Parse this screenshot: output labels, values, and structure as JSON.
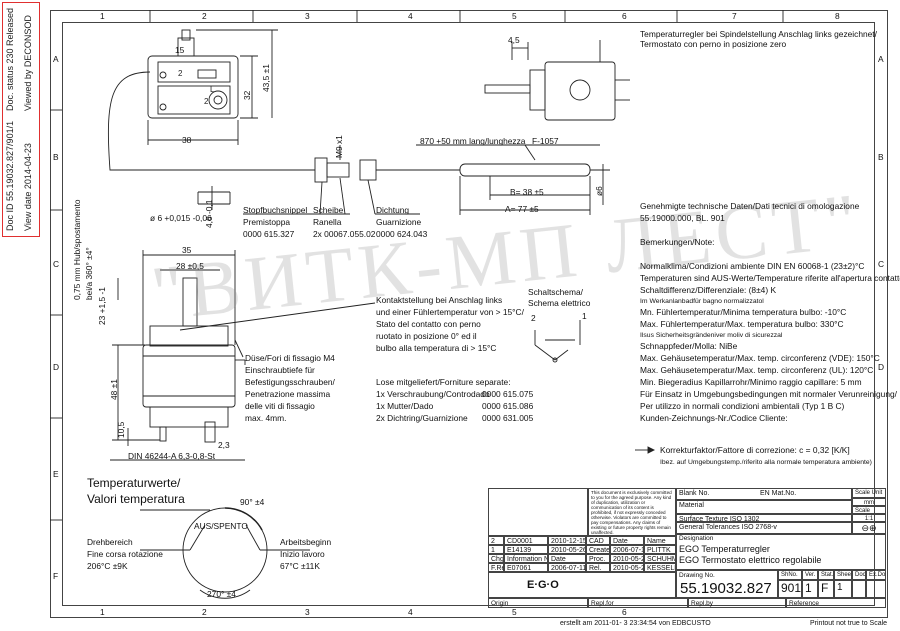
{
  "side_stamp": {
    "doc_id": "Doc ID 55.19032.827/901/1",
    "doc_status": "Doc. status 230 Released",
    "view_date": "View date 2014-04-23",
    "viewed_by": "Viewed by DECONSOD"
  },
  "grid": {
    "columns": [
      "1",
      "2",
      "3",
      "4",
      "5",
      "6",
      "7",
      "8"
    ],
    "rows": [
      "A",
      "B",
      "C",
      "D",
      "E",
      "F"
    ]
  },
  "watermark": "\"ВИТК-МП ЛЕСТ\"",
  "top_note": [
    "Temperaturregler bei Spindelstellung Anschlag links gezeichnet/",
    "Termostato con perno in posizione zero"
  ],
  "dims": {
    "d15": "15",
    "d45": "4,5",
    "d32": "32",
    "d43": "43,5 ±1",
    "d38": "38",
    "m9": "M9 x1",
    "len870": "870 +50 mm lang/lunghezza",
    "f1057": "F-1057",
    "b38": "B= 38 ±5",
    "a77": "A= 77 ±5",
    "phi6": "ø6",
    "phi6b": "ø 6 +0,015 -0,06",
    "d46": "4,6 -0,1",
    "d35": "35",
    "d28": "28 ±0,5",
    "d075": "0,75 mm Hub/spostamento",
    "d360": "bei/a 360° ±4°",
    "d23": "23 +1,5 -1",
    "d48": "48 ±1",
    "d105": "10,5",
    "d23b": "2,3",
    "din": "DIN 46244-A 6,3-0,8-St"
  },
  "parts": {
    "stopf": [
      "Stopfbuchsnippel",
      "Premistoppa",
      "0000 615.327"
    ],
    "scheibe": [
      "Scheibe",
      "Ranella",
      "2x 00067.055.02"
    ],
    "dichtung": [
      "Dichtung",
      "Guarnizione",
      "0000 624.043"
    ]
  },
  "contact_note": [
    "Kontaktstellung bei Anschlag links",
    "und einer Fühlertemperatur von > 15°C/",
    "Stato del contatto con perno",
    "ruotato in posizione 0° ed il",
    "bulbo alla temperatura di > 15°C"
  ],
  "schema_label": [
    "Schaltschema/",
    "Schema elettrico"
  ],
  "schema_pins": [
    "2",
    "1"
  ],
  "holes_note": [
    "Düse/Fori di fissagio M4",
    "Einschraubtiefe für",
    "Befestigungsschrauben/",
    "Penetrazione massima",
    "delle viti di fissagio",
    "max. 4mm."
  ],
  "loose_parts": {
    "title": "Lose mitgeliefert/Forniture separate:",
    "rows": [
      {
        "q": "1x Verschraubung/Controdado",
        "n": "0000 615.075"
      },
      {
        "q": "1x Mutter/Dado",
        "n": "0000 615.086"
      },
      {
        "q": "2x Dichtring/Guarnizione",
        "n": "0000 631.005"
      }
    ]
  },
  "tech_data": {
    "header": [
      "Genehmigte technische Daten/Dati tecnici di omologazione",
      "55.19000.000, BL. 901"
    ],
    "bemerk": "Bemerkungen/Note:",
    "lines": [
      "Normalklima/Condizioni ambiente DIN EN 60068-1 (23±2)°C",
      "Temperaturen sind AUS-Werte/Temperature riferite all'apertura contatto",
      "Schaltdifferenz/Differenziale: (8±4) K",
      "Mn. Fühlertemperatur/Minima temperatura bulbo:  -10°C",
      "Max. Fühlertemperatur/Max. temperatura bulbo:  330°C",
      "Schnappfeder/Molla: NiBe",
      "Max. Gehäusetemperatur/Max. temp. circonferenz (VDE): 150°C",
      "Max. Gehäusetemperatur/Max. temp. circonferenz (UL): 120°C",
      "Min. Biegeradius Kapillarrohr/Minimo raggio capillare: 5 mm",
      "Für Einsatz in Umgebungsbedingungen mit normaler Verunreinigung/",
      "Per utilizzo in normali condizioni ambientali (Typ 1 B C)",
      "Kunden-Zeichnungs-Nr./Codice Cliente:"
    ],
    "small1": "Im Werkanlanbadfür bagno normalizzatol",
    "small2": "Ilsus Sicherheitsgrändeniver moliv di sicurezzal",
    "korrektur": "Korrekturfaktor/Fattore di correzione: c = 0,32 [K/K]",
    "korrektur_small": "Ibez. auf Umgebungstemp./riferito alla normale temperatura ambiente)"
  },
  "dial": {
    "title": [
      "Temperaturwerte/",
      "Valori temperatura"
    ],
    "aus": "AUS/SPENTO",
    "a90": "90° ±4",
    "a270": "270° ±4",
    "left": [
      "Drehbereich",
      "Fine corsa rotazione",
      "206°C ±9K"
    ],
    "right": [
      "Arbeitsbeginn",
      "Inizio lavoro",
      "67°C ±11K"
    ]
  },
  "title_block": {
    "disclaimer": "This document is exclusively committed to you for the agreed purpose. Any kind of duplication, utilization or communication of its content is prohibited, if not expressly conceded otherwise. Violators are committed to pay compensations. Any claims of existing or future property rights remain unaffected.",
    "blank_no": "Blank No.",
    "en_mat": "EN Mat.No.",
    "material": "Material",
    "scale_unit": "Scale Unit",
    "unit": "mm",
    "scale": "Scale",
    "scale_val": "1:1",
    "surface": "Surface Texture ISO 1302",
    "tolerances": "General Tolerances  ISO 2768-v",
    "revisions": [
      {
        "idx": "2",
        "chg": "CD0001",
        "date": "2010-12-15"
      },
      {
        "idx": "1",
        "chg": "E14139",
        "date": "2010-05-26"
      },
      {
        "idx": "F.Rel",
        "chg": "E07061",
        "date": "2006-07-11"
      }
    ],
    "chg_hdr": [
      "Chg.",
      "Information No.",
      "Date"
    ],
    "cad": "CAD",
    "date_hdr": "Date",
    "name_hdr": "Name",
    "people": [
      {
        "role": "Create",
        "date": "2006-07-11",
        "name": "PLITTK"
      },
      {
        "role": "Proc.",
        "date": "2010-05-21",
        "name": "SCHUHMAN"
      },
      {
        "role": "Rel.",
        "date": "2010-05-26",
        "name": "KESSELBO"
      }
    ],
    "designation": "Designation",
    "desig1": "EGO Temperaturregler",
    "desig2": "EGO Termostato elettrico regolabile",
    "logo": "E·G·O",
    "drawing_no_lbl": "Drawing No.",
    "drawing_no": "55.19032.827",
    "sh_no_lbl": "ShNo.",
    "sh_no": "901",
    "ver_lbl": "Ver.",
    "ver": "1",
    "stat_lbl": "Stat.",
    "stat": "F",
    "sheets_lbl": "Sheets",
    "sheets": "1",
    "doc_lbl": "Doc.",
    "exdoc_lbl": "Ex.Doc.",
    "origin": "Origin",
    "repl_for": "Repl.for",
    "repl_by": "Repl.by",
    "reference": "Reference"
  },
  "footer": {
    "created": "erstellt am 2011-01- 3 23:34:54 von EDBCUSTO",
    "printout": "Printout not true to Scale"
  }
}
